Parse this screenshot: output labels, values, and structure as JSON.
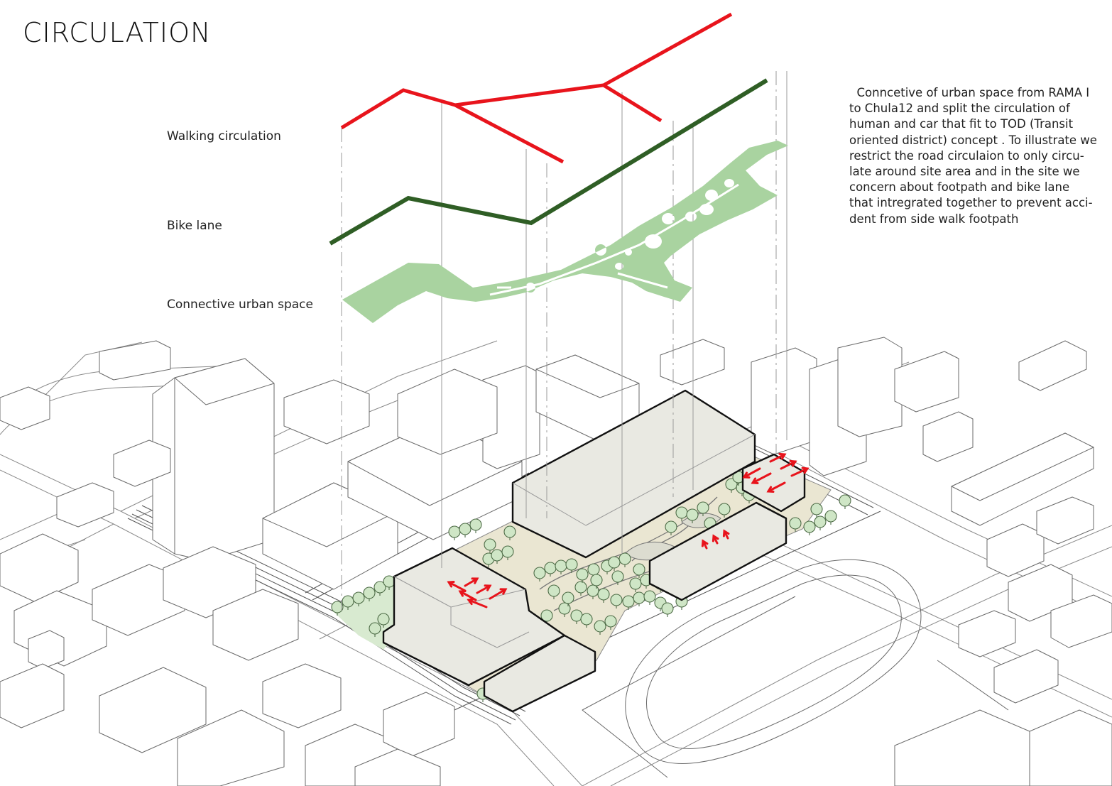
{
  "title": "CIRCULATION",
  "layers": [
    {
      "label": "Walking circulation",
      "color": "#e8141c"
    },
    {
      "label": "Bike lane",
      "color": "#2f5e25"
    },
    {
      "label": "Connective urban space",
      "color": "#a9d3a0"
    }
  ],
  "description": [
    "  Conncetive of urban space from RAMA I",
    "to Chula12 and split the circulation of",
    "human and car that fit to TOD (Transit",
    "oriented district) concept . To illustrate we",
    "restrict the road circulaion to only circu-",
    "late around site area and in the site we",
    "concern about footpath and bike lane",
    "that intregrated together to prevent acci-",
    "dent from side walk footpath"
  ],
  "colors": {
    "walking": "#e8141c",
    "bike": "#2f5e25",
    "urban_space": "#a9d3a0",
    "building_fill": "#e9e9e2",
    "site_ground": "#eae6d2",
    "tree_fill": "#cfe6c6",
    "arrow": "#e8141c"
  }
}
